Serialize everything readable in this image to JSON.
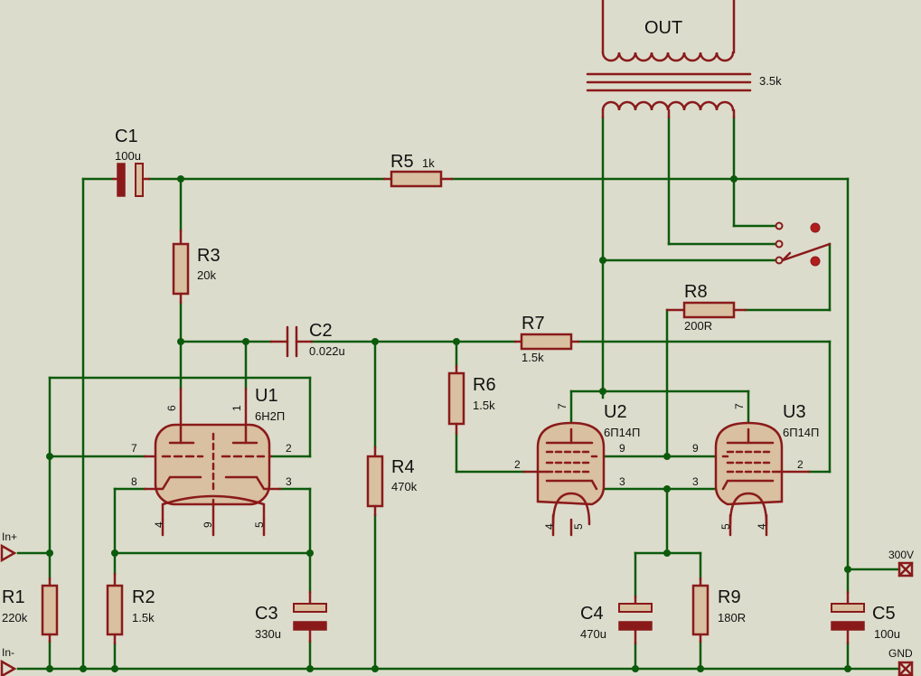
{
  "components": {
    "c1": {
      "ref": "C1",
      "value": "100u"
    },
    "c2": {
      "ref": "C2",
      "value": "0.022u"
    },
    "c3": {
      "ref": "C3",
      "value": "330u"
    },
    "c4": {
      "ref": "C4",
      "value": "470u"
    },
    "c5": {
      "ref": "C5",
      "value": "100u"
    },
    "r1": {
      "ref": "R1",
      "value": "220k"
    },
    "r2": {
      "ref": "R2",
      "value": "1.5k"
    },
    "r3": {
      "ref": "R3",
      "value": "20k"
    },
    "r4": {
      "ref": "R4",
      "value": "470k"
    },
    "r5": {
      "ref": "R5",
      "value": "1k"
    },
    "r6": {
      "ref": "R6",
      "value": "1.5k"
    },
    "r7": {
      "ref": "R7",
      "value": "1.5k"
    },
    "r8": {
      "ref": "R8",
      "value": "200R"
    },
    "r9": {
      "ref": "R9",
      "value": "180R"
    },
    "u1": {
      "ref": "U1",
      "value": "6Н2П",
      "pins": [
        "6",
        "1",
        "7",
        "2",
        "8",
        "3",
        "4",
        "9",
        "5"
      ]
    },
    "u2": {
      "ref": "U2",
      "value": "6П14П",
      "pins": [
        "7",
        "9",
        "2",
        "3",
        "4",
        "5"
      ]
    },
    "u3": {
      "ref": "U3",
      "value": "6П14П",
      "pins": [
        "7",
        "9",
        "2",
        "3",
        "5",
        "4"
      ]
    },
    "out": {
      "ref": "OUT",
      "value": "3.5k"
    }
  },
  "terminals": {
    "in_plus": "In+",
    "in_minus": "In-",
    "v300": "300V",
    "gnd": "GND"
  }
}
